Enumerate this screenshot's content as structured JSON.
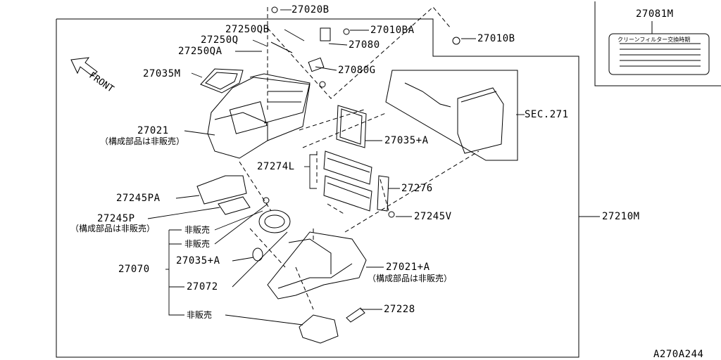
{
  "labels": {
    "p27020B": "27020B",
    "p27250QB": "27250QB",
    "p27250Q": "27250Q",
    "p27250QA": "27250QA",
    "p27010BA": "27010BA",
    "p27080": "27080",
    "p27080G": "27080G",
    "p27010B": "27010B",
    "p27081M": "27081M",
    "p27035M": "27035M",
    "p27021": "27021",
    "p27035A": "27035+A",
    "p27274L": "27274L",
    "p27276": "27276",
    "p27245PA": "27245PA",
    "p27245P": "27245P",
    "p27245V": "27245V",
    "p27210M": "27210M",
    "p27070": "27070",
    "p27035A2": "27035+A",
    "p27072": "27072",
    "p27021A": "27021+A",
    "p27228": "27228",
    "sec271": "SEC.271",
    "front": "FRONT",
    "code": "A270A244"
  },
  "notes": {
    "note_27021": "（構成部品は非販売）",
    "note_27245P": "（構成部品は非販売）",
    "note_27021A": "（構成部品は非販売）",
    "nfs1": "非販売",
    "nfs2": "非販売",
    "nfs3": "非販売",
    "sticker": "クリーンフィルター交換時期"
  }
}
